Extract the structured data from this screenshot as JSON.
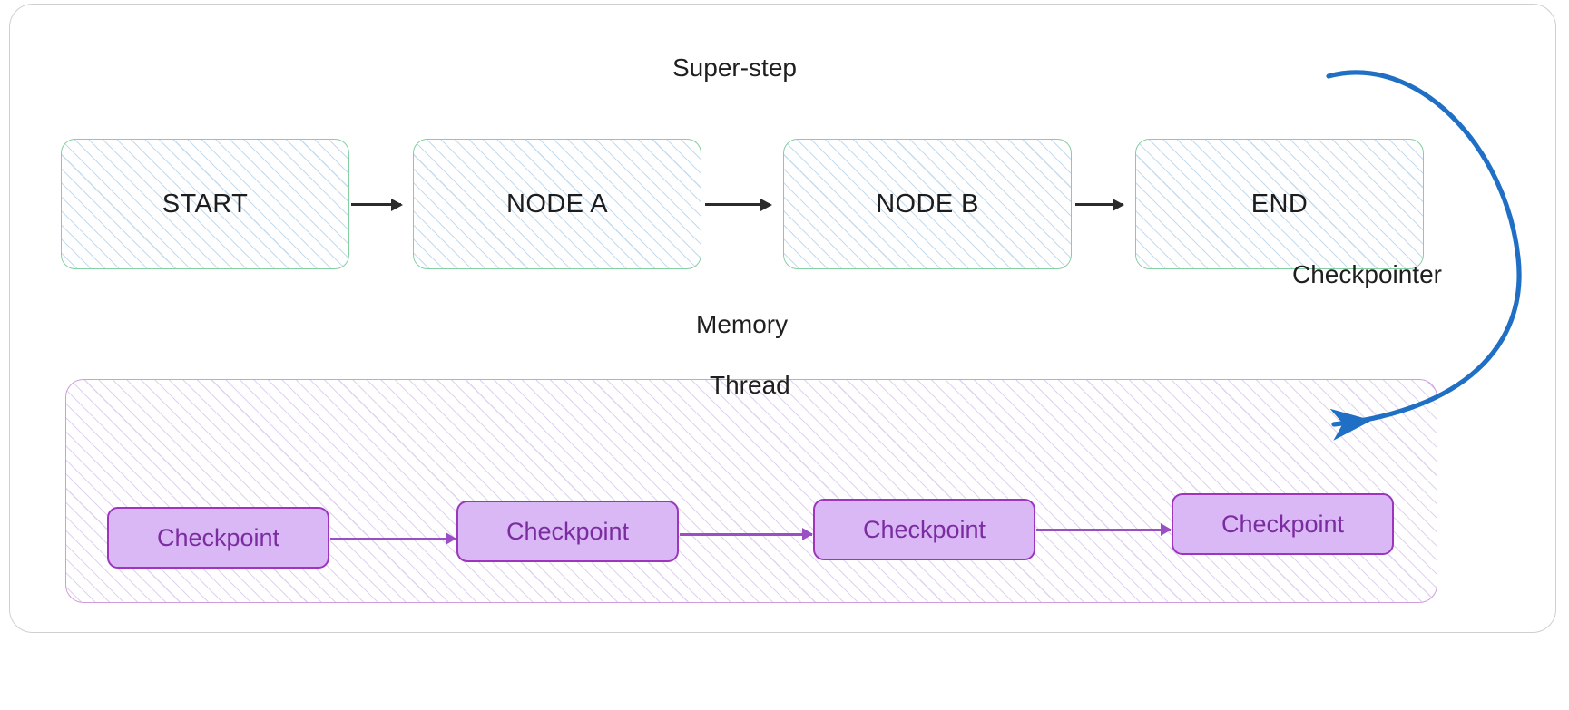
{
  "diagram": {
    "title_label": "Super-step",
    "memory_label": "Memory",
    "thread_label": "Thread",
    "checkpointer_label": "Checkpointer",
    "colors": {
      "node_border": "#86cfa2",
      "node_hatch": "#92bfe2",
      "node_text": "#1d1d1d",
      "flow_arrow": "#2b2b2b",
      "memory_border": "#cf9ddc",
      "memory_hatch": "#be9be0",
      "checkpoint_fill": "#d9b8f5",
      "checkpoint_border": "#9b36bd",
      "checkpoint_text": "#7b2ca0",
      "checkpoint_arrow": "#9b4fc4",
      "checkpointer_arrow": "#1f6fc4",
      "outer_frame": "#cfcfcf",
      "background": "#ffffff"
    },
    "nodes": [
      {
        "id": "start",
        "label": "START"
      },
      {
        "id": "node-a",
        "label": "NODE A"
      },
      {
        "id": "node-b",
        "label": "NODE B"
      },
      {
        "id": "end",
        "label": "END"
      }
    ],
    "node_edges": [
      {
        "from": "START",
        "to": "NODE A",
        "style": "solid-arrow"
      },
      {
        "from": "NODE A",
        "to": "NODE B",
        "style": "solid-arrow"
      },
      {
        "from": "NODE B",
        "to": "END",
        "style": "solid-arrow"
      }
    ],
    "checkpoints": [
      {
        "id": "checkpoint-1",
        "label": "Checkpoint"
      },
      {
        "id": "checkpoint-2",
        "label": "Checkpoint"
      },
      {
        "id": "checkpoint-3",
        "label": "Checkpoint"
      },
      {
        "id": "checkpoint-4",
        "label": "Checkpoint"
      }
    ],
    "checkpoint_edges": [
      {
        "from": "checkpoint-1",
        "to": "checkpoint-2",
        "style": "solid-arrow"
      },
      {
        "from": "checkpoint-2",
        "to": "checkpoint-3",
        "style": "solid-arrow"
      },
      {
        "from": "checkpoint-3",
        "to": "checkpoint-4",
        "style": "solid-arrow"
      }
    ],
    "checkpointer_edge": {
      "label": "Checkpointer",
      "from": "END",
      "to": "Thread",
      "style": "curved-arrow"
    }
  }
}
